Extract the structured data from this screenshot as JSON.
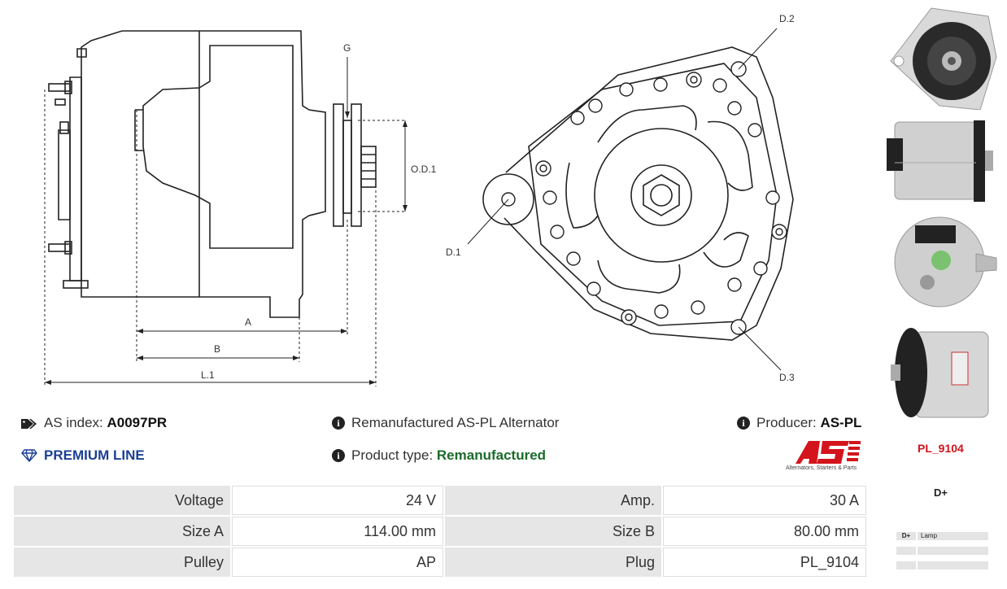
{
  "drawing_labels": {
    "g": "G",
    "od1": "O.D.1",
    "a": "A",
    "b": "B",
    "l1": "L.1",
    "d1": "D.1",
    "d2": "D.2",
    "d3": "D.3"
  },
  "info": {
    "as_index_label": "AS index:",
    "as_index_value": "A0097PR",
    "premium_line": "PREMIUM LINE",
    "title": "Remanufactured AS-PL Alternator",
    "product_type_label": "Product type:",
    "product_type_value": "Remanufactured",
    "producer_label": "Producer:",
    "producer_value": "AS-PL"
  },
  "logo": {
    "text": "AS",
    "tagline": "Alternators, Starters & Parts"
  },
  "specs": [
    {
      "k1": "Voltage",
      "v1": "24 V",
      "k2": "Amp.",
      "v2": "30 A"
    },
    {
      "k1": "Size A",
      "v1": "114.00 mm",
      "k2": "Size B",
      "v2": "80.00 mm"
    },
    {
      "k1": "Pulley",
      "v1": "AP",
      "k2": "Plug",
      "v2": "PL_9104"
    }
  ],
  "sidebar": {
    "plug_code": "PL_9104",
    "terminal": "D+",
    "plug_table": [
      {
        "pin": "D+",
        "desc": "Lamp"
      },
      {
        "pin": "",
        "desc": ""
      },
      {
        "pin": "",
        "desc": ""
      }
    ]
  },
  "colors": {
    "premium_blue": "#1c3f94",
    "remanufactured_green": "#1a6b2a",
    "brand_red": "#d4141c"
  }
}
